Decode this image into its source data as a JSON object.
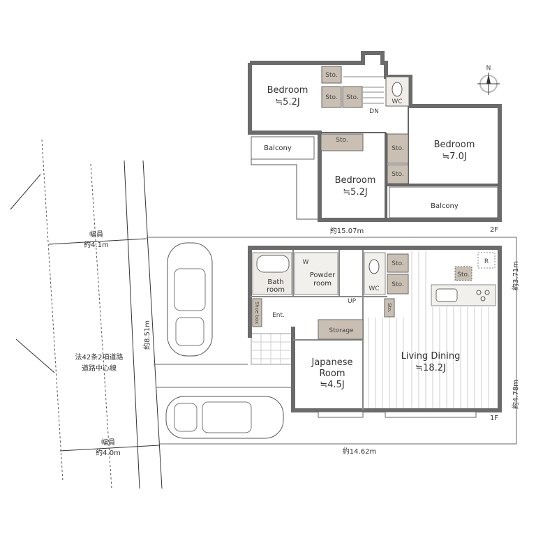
{
  "floor2": {
    "label": "2F",
    "width_dim": "約15.07m",
    "rooms": [
      {
        "name": "Bedroom",
        "size": "≒5.2J"
      },
      {
        "name": "Bedroom",
        "size": "≒7.0J"
      },
      {
        "name": "Bedroom",
        "size": "≒5.2J"
      }
    ],
    "balcony_left": "Balcony",
    "balcony_right": "Balcony",
    "wc": "WC",
    "stairs": "DN",
    "storage": "Sto."
  },
  "floor1": {
    "label": "1F",
    "width_dim": "約14.62m",
    "height_dim_top": "約3.71m",
    "height_dim_bottom": "約4.78m",
    "bath": [
      "Bath",
      "room"
    ],
    "powder": [
      "Powder",
      "room"
    ],
    "washer": "W",
    "fridge": "R",
    "wc": "WC",
    "stairs": "UP",
    "entrance": "Ent.",
    "shoe_box": "Shoe box",
    "storage_big": "Storage",
    "storage": "Sto.",
    "japanese": [
      "Japanese",
      "Room",
      "≒4.5J"
    ],
    "living": [
      "Living Dining",
      "≒18.2J"
    ]
  },
  "site": {
    "frontage": "約8.51m",
    "road_top_label": "幅員",
    "road_top_width": "約4.1m",
    "road_bottom_label": "幅員",
    "road_bottom_width": "約4.0m",
    "road_type": "法42条2項道路",
    "road_center": "道路中心線"
  },
  "compass": "N"
}
